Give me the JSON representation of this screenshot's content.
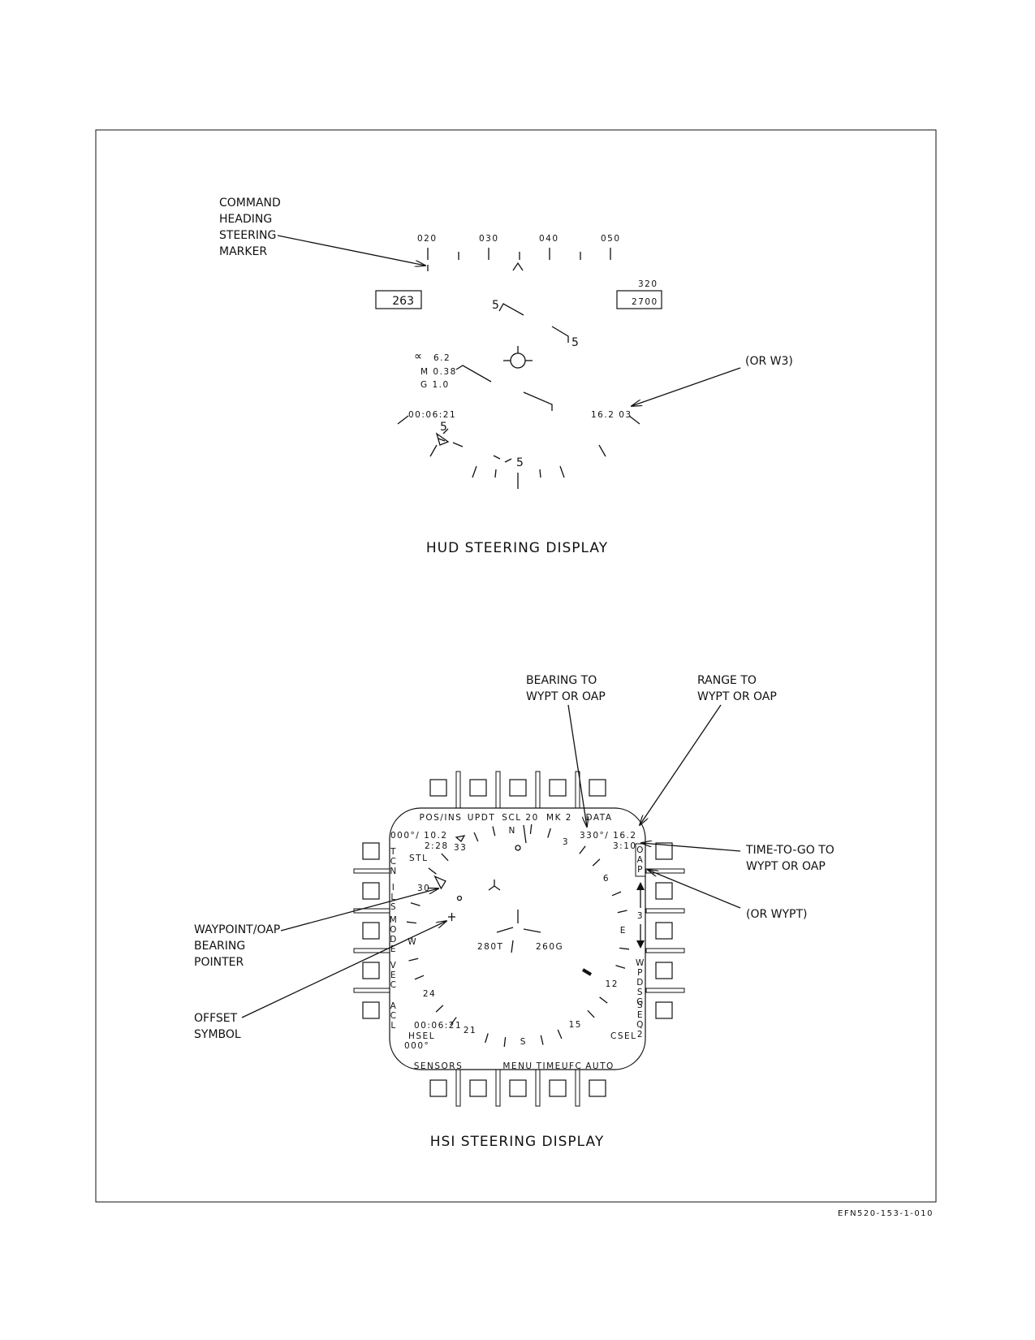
{
  "figure_id": "EFN520-153-1-010",
  "hud": {
    "title": "HUD STEERING DISPLAY",
    "heading_scale": [
      "020",
      "030",
      "040",
      "050"
    ],
    "airspeed": "263",
    "altitude": "2700",
    "altitude_above": "320",
    "aoa": "6.2",
    "mach": "M 0.38",
    "g": "G 1.0",
    "time": "00:06:21",
    "range_wpt": "16.2 03",
    "pitch_top_left": "5",
    "pitch_top_right": "5",
    "pitch_bottom_left": "5",
    "pitch_bottom_right": "5",
    "callouts": {
      "command_heading": [
        "COMMAND",
        "HEADING",
        "STEERING",
        "MARKER"
      ],
      "or_w3": "(OR W3)"
    }
  },
  "hsi": {
    "title": "HSI STEERING DISPLAY",
    "top_labels": [
      "POS/INS",
      "UPDT",
      "SCL 20",
      "MK 2",
      "DATA"
    ],
    "bottom_labels": [
      "SENSORS",
      "MENU",
      "TIMEUFC",
      "AUTO"
    ],
    "left_labels": [
      "TCN",
      "ILS",
      "MODE",
      "VEC",
      "ACL"
    ],
    "right_labels": [
      "OAP",
      "3",
      "WPDSG",
      "SEQ2"
    ],
    "top_left_bearing": "000°/  10.2",
    "top_left_time": "2:28",
    "top_left_mode": "STL",
    "top_right_bearing": "330°/  16.2",
    "top_right_time": "3:10",
    "bottom_left_time": "00:06:21",
    "hsel": "HSEL",
    "hsel_value": "000°",
    "csel": "CSEL",
    "track": "280T",
    "ground": "260G",
    "compass": [
      "N",
      "3",
      "6",
      "E",
      "12",
      "15",
      "S",
      "21",
      "24",
      "W",
      "30",
      "33"
    ],
    "callouts": {
      "bearing": [
        "BEARING TO",
        "WYPT OR OAP"
      ],
      "range": [
        "RANGE TO",
        "WYPT OR OAP"
      ],
      "time_to_go": [
        "TIME-TO-GO TO",
        "WYPT OR OAP"
      ],
      "or_wypt": "(OR WYPT)",
      "waypoint_pointer": [
        "WAYPOINT/OAP",
        "BEARING",
        "POINTER"
      ],
      "offset_symbol": [
        "OFFSET",
        "SYMBOL"
      ]
    }
  }
}
